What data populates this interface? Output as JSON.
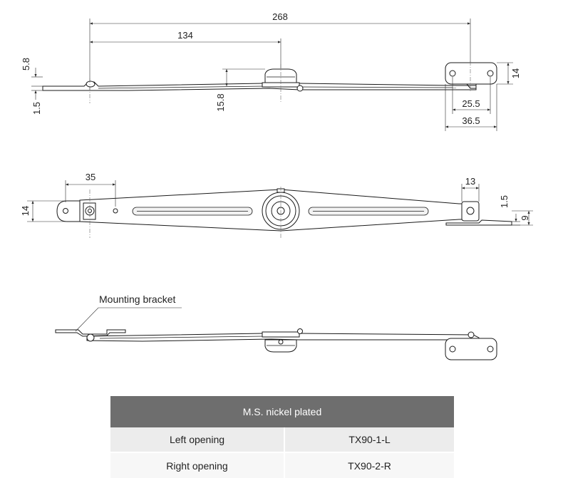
{
  "top_view": {
    "dims": {
      "overall": "268",
      "center": "134",
      "thickness_top": "5.8",
      "thickness_bottom": "1.5",
      "pivot_height": "15.8",
      "bracket_height": "14",
      "hole_spacing": "25.5",
      "bracket_width": "36.5"
    }
  },
  "middle_view": {
    "dims": {
      "left_offset": "35",
      "left_height": "14",
      "right_width": "13",
      "right_small": "1.5",
      "right_height": "9"
    }
  },
  "bottom_view": {
    "callout": "Mounting bracket"
  },
  "table": {
    "header": "M.S. nickel plated",
    "rows": [
      {
        "label": "Left opening",
        "code": "TX90-1-L"
      },
      {
        "label": "Right opening",
        "code": "TX90-2-R"
      }
    ]
  },
  "colors": {
    "header_bg": "#6e6e6e",
    "row1_bg": "#ececec",
    "row2_bg": "#f7f7f7"
  }
}
